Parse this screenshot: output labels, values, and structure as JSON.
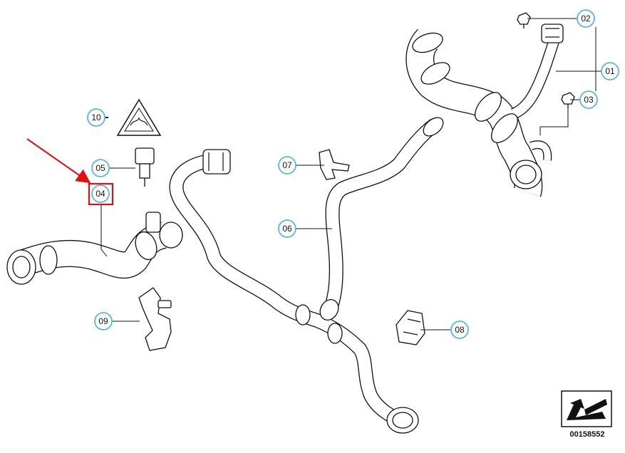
{
  "diagram": {
    "callouts": [
      {
        "id": "c01",
        "label": "01"
      },
      {
        "id": "c02",
        "label": "02"
      },
      {
        "id": "c03",
        "label": "03"
      },
      {
        "id": "c04",
        "label": "04"
      },
      {
        "id": "c05",
        "label": "05"
      },
      {
        "id": "c06",
        "label": "06"
      },
      {
        "id": "c07",
        "label": "07"
      },
      {
        "id": "c08",
        "label": "08"
      },
      {
        "id": "c09",
        "label": "09"
      },
      {
        "id": "c10",
        "label": "10"
      }
    ],
    "highlighted_callout": "04",
    "document_number": "00158552",
    "colors": {
      "callout_circle": "#5ab4e6",
      "highlight": "#e01010",
      "line_art": "#111111"
    }
  }
}
